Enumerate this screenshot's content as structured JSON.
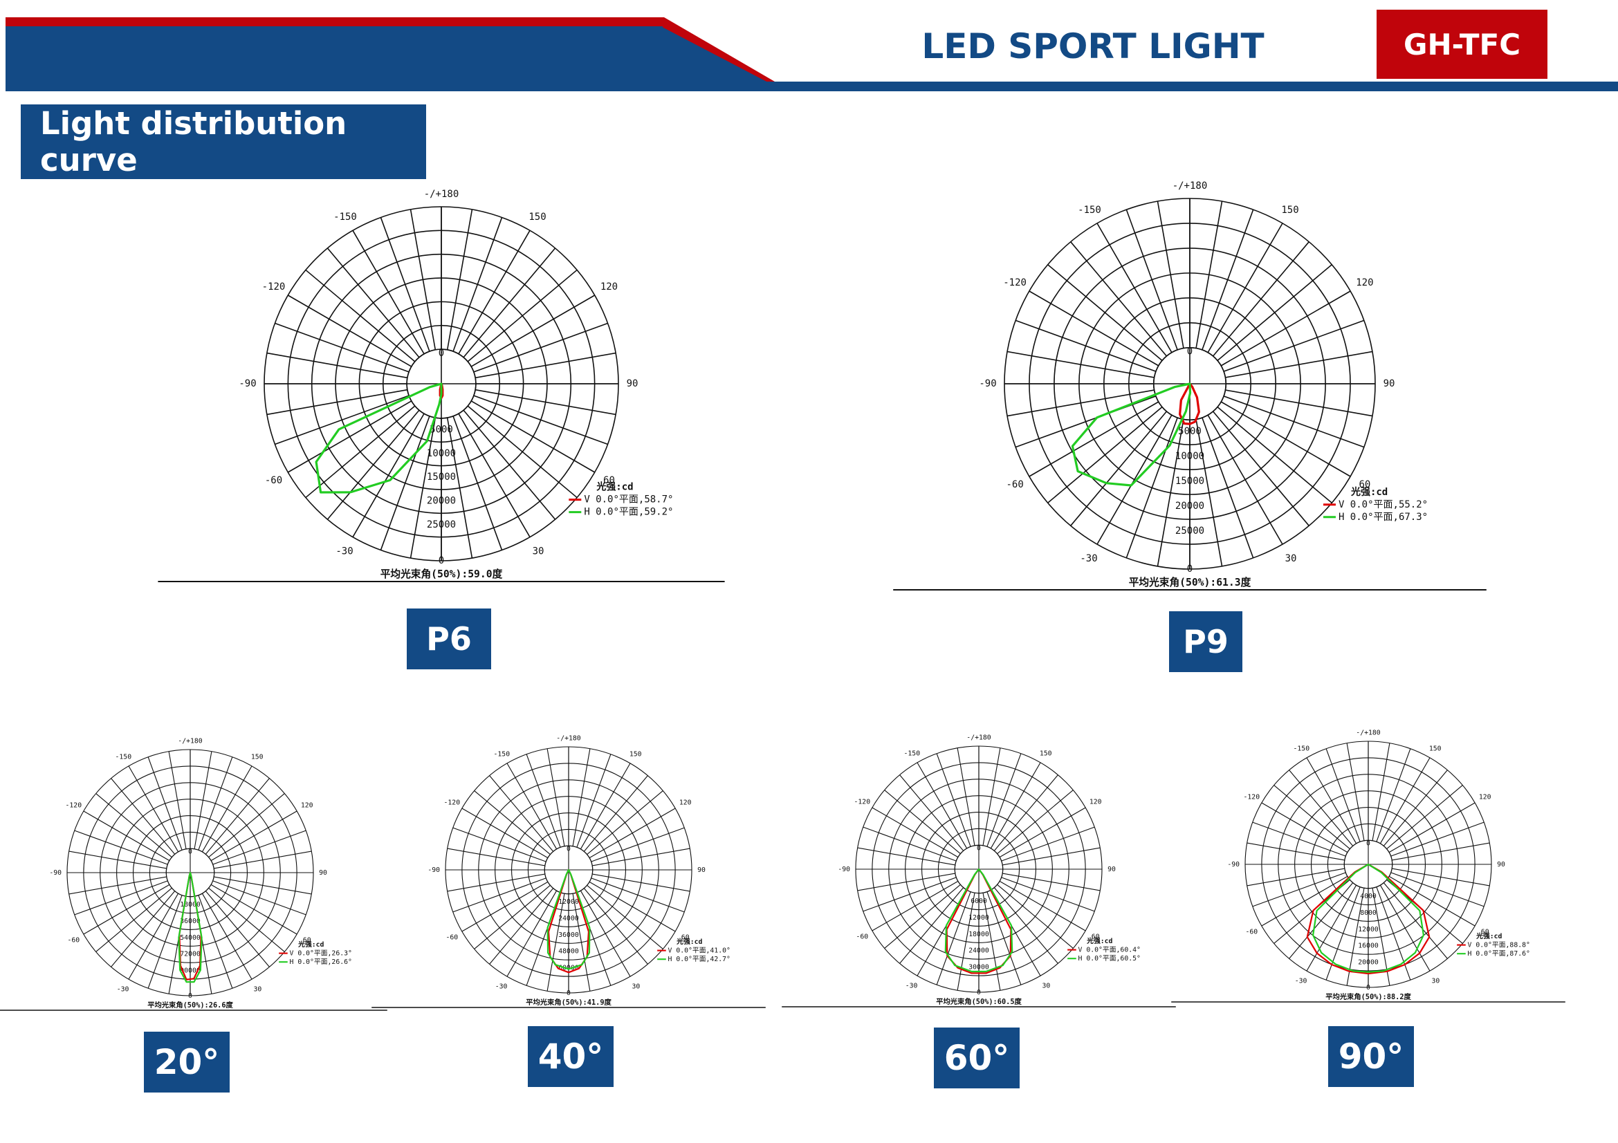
{
  "header": {
    "title": "LED SPORT LIGHT",
    "badge": "GH-TFC",
    "colors": {
      "blue": "#134a85",
      "red": "#c0040b"
    }
  },
  "section": {
    "title": "Light distribution curve"
  },
  "charts": [
    {
      "model": "P6",
      "rings": [
        "5000",
        "10000",
        "15000",
        "20000",
        "25000"
      ],
      "ring_max": 30000,
      "legend_title": "光强:cd",
      "legend": [
        "V 0.0°平面,58.7°",
        "H 0.0°平面,59.2°"
      ],
      "beam_text": "平均光束角(50%):59.0度",
      "angle_labels": {
        "top": "-/+180",
        "c0": "0",
        "b0": "0",
        "m150": "-150",
        "p150": "150",
        "m120": "-120",
        "p120": "120",
        "m90": "-90",
        "p90": "90",
        "m60": "-60",
        "p60": "60",
        "m30": "-30",
        "p30": "30"
      },
      "series": [
        {
          "name": "V",
          "color": "#e00000",
          "points": [
            [
              -12,
              1000
            ],
            [
              -6,
              2000
            ],
            [
              0,
              2400
            ],
            [
              6,
              2000
            ],
            [
              12,
              1000
            ],
            [
              20,
              300
            ]
          ]
        },
        {
          "name": "H",
          "color": "#22cc22",
          "points": [
            [
              -74,
              2000
            ],
            [
              -66,
              19000
            ],
            [
              -58,
              25000
            ],
            [
              -48,
              27500
            ],
            [
              -40,
              24000
            ],
            [
              -28,
              18500
            ],
            [
              -14,
              10000
            ],
            [
              -6,
              3500
            ],
            [
              0,
              1800
            ]
          ]
        }
      ]
    },
    {
      "model": "P9",
      "rings": [
        "5000",
        "10000",
        "15000",
        "20000",
        "25000"
      ],
      "ring_max": 30000,
      "legend_title": "光强:cd",
      "legend": [
        "V 0.0°平面,55.2°",
        "H 0.0°平面,67.3°"
      ],
      "beam_text": "平均光束角(50%):61.3度",
      "angle_labels": {
        "top": "-/+180",
        "c0": "0",
        "b0": "0",
        "m150": "-150",
        "p150": "150",
        "m120": "-120",
        "p120": "120",
        "m90": "-90",
        "p90": "90",
        "m60": "-60",
        "p60": "60",
        "m30": "-30",
        "p30": "30"
      },
      "series": [
        {
          "name": "V",
          "color": "#e00000",
          "points": [
            [
              -28,
              3000
            ],
            [
              -18,
              5200
            ],
            [
              -8,
              6500
            ],
            [
              0,
              6500
            ],
            [
              8,
              6200
            ],
            [
              18,
              4800
            ],
            [
              28,
              2500
            ],
            [
              40,
              600
            ]
          ]
        },
        {
          "name": "H",
          "color": "#22cc22",
          "points": [
            [
              -78,
              2500
            ],
            [
              -70,
              16000
            ],
            [
              -62,
              21500
            ],
            [
              -52,
              23000
            ],
            [
              -40,
              21000
            ],
            [
              -30,
              19000
            ],
            [
              -18,
              10500
            ],
            [
              -8,
              4500
            ],
            [
              2,
              1500
            ]
          ]
        }
      ]
    },
    {
      "model": "20°",
      "rings": [
        "18000",
        "36000",
        "54000",
        "72000",
        "90000"
      ],
      "ring_max": 108000,
      "legend_title": "光强:cd",
      "legend": [
        "V 0.0°平面,26.3°",
        "H 0.0°平面,26.6°"
      ],
      "beam_text": "平均光束角(50%):26.6度",
      "angle_labels": {
        "top": "-/+180",
        "c0": "0",
        "b0": "0",
        "m150": "-150",
        "p150": "150",
        "m120": "-120",
        "p120": "120",
        "m90": "-90",
        "p90": "90",
        "m60": "-60",
        "p60": "60",
        "m30": "-30",
        "p30": "30"
      },
      "series": [
        {
          "name": "V",
          "color": "#e00000",
          "points": [
            [
              -15,
              3000
            ],
            [
              -10,
              55000
            ],
            [
              -6,
              82000
            ],
            [
              -2,
              94000
            ],
            [
              2,
              93000
            ],
            [
              6,
              82000
            ],
            [
              10,
              55000
            ],
            [
              15,
              3000
            ]
          ]
        },
        {
          "name": "H",
          "color": "#22cc22",
          "points": [
            [
              -15,
              3000
            ],
            [
              -10,
              58000
            ],
            [
              -6,
              86000
            ],
            [
              -2,
              96000
            ],
            [
              2,
              96000
            ],
            [
              6,
              86000
            ],
            [
              10,
              58000
            ],
            [
              15,
              3000
            ]
          ]
        }
      ]
    },
    {
      "model": "40°",
      "rings": [
        "12000",
        "24000",
        "36000",
        "48000",
        "60000"
      ],
      "ring_max": 72000,
      "legend_title": "光强:cd",
      "legend": [
        "V 0.0°平面,41.0°",
        "H 0.0°平面,42.7°"
      ],
      "beam_text": "平均光束角(50%):41.9度",
      "angle_labels": {
        "top": "-/+180",
        "c0": "0",
        "b0": "0",
        "m150": "-150",
        "p150": "150",
        "m120": "-120",
        "p120": "120",
        "m90": "-90",
        "p90": "90",
        "m60": "-60",
        "p60": "60",
        "m30": "-30",
        "p30": "30"
      },
      "series": [
        {
          "name": "V",
          "color": "#e00000",
          "points": [
            [
              -25,
              3000
            ],
            [
              -18,
              38000
            ],
            [
              -12,
              52000
            ],
            [
              -6,
              58000
            ],
            [
              0,
              60000
            ],
            [
              6,
              58000
            ],
            [
              12,
              52000
            ],
            [
              18,
              38000
            ],
            [
              25,
              3000
            ]
          ]
        },
        {
          "name": "H",
          "color": "#22cc22",
          "points": [
            [
              -26,
              3000
            ],
            [
              -20,
              36000
            ],
            [
              -14,
              50000
            ],
            [
              -8,
              56000
            ],
            [
              0,
              58000
            ],
            [
              8,
              56000
            ],
            [
              14,
              50000
            ],
            [
              20,
              36000
            ],
            [
              26,
              3000
            ]
          ]
        }
      ]
    },
    {
      "model": "60°",
      "rings": [
        "6000",
        "12000",
        "18000",
        "24000",
        "30000"
      ],
      "ring_max": 36000,
      "legend_title": "光强:cd",
      "legend": [
        "V 0.0°平面,60.4°",
        "H 0.0°平面,60.5°"
      ],
      "beam_text": "平均光束角(50%):60.5度",
      "angle_labels": {
        "top": "-/+180",
        "c0": "0",
        "b0": "0",
        "m150": "-150",
        "p150": "150",
        "m120": "-120",
        "p120": "120",
        "m90": "-90",
        "p90": "90",
        "m60": "-60",
        "p60": "60",
        "m30": "-30",
        "p30": "30"
      },
      "series": [
        {
          "name": "V",
          "color": "#e00000",
          "points": [
            [
              -36,
              2000
            ],
            [
              -28,
              20000
            ],
            [
              -20,
              27000
            ],
            [
              -12,
              29500
            ],
            [
              -4,
              30500
            ],
            [
              4,
              30500
            ],
            [
              12,
              29500
            ],
            [
              20,
              27000
            ],
            [
              28,
              20000
            ],
            [
              36,
              2000
            ]
          ]
        },
        {
          "name": "H",
          "color": "#22cc22",
          "points": [
            [
              -38,
              2000
            ],
            [
              -30,
              19000
            ],
            [
              -22,
              26000
            ],
            [
              -14,
              29000
            ],
            [
              -4,
              30000
            ],
            [
              4,
              30000
            ],
            [
              14,
              29000
            ],
            [
              22,
              26000
            ],
            [
              30,
              19000
            ],
            [
              38,
              2000
            ]
          ]
        }
      ]
    },
    {
      "model": "90°",
      "rings": [
        "4000",
        "8000",
        "12000",
        "16000",
        "20000"
      ],
      "ring_max": 24000,
      "legend_title": "光强:cd",
      "legend": [
        "V 0.0°平面,88.8°",
        "H 0.0°平面,87.6°"
      ],
      "beam_text": "平均光束角(50%):88.2度",
      "angle_labels": {
        "top": "-/+180",
        "c0": "0",
        "b0": "0",
        "m150": "-150",
        "p150": "150",
        "m120": "-120",
        "p120": "120",
        "m90": "-90",
        "p90": "90",
        "m60": "-60",
        "p60": "60",
        "m30": "-30",
        "p30": "30"
      },
      "series": [
        {
          "name": "V",
          "color": "#e00000",
          "points": [
            [
              -60,
              3000
            ],
            [
              -50,
              14000
            ],
            [
              -40,
              18500
            ],
            [
              -30,
              20000
            ],
            [
              -20,
              20800
            ],
            [
              -10,
              21200
            ],
            [
              0,
              21300
            ],
            [
              10,
              21200
            ],
            [
              20,
              20800
            ],
            [
              30,
              20000
            ],
            [
              40,
              18500
            ],
            [
              50,
              14000
            ],
            [
              60,
              3000
            ]
          ]
        },
        {
          "name": "H",
          "color": "#22cc22",
          "points": [
            [
              -58,
              3000
            ],
            [
              -48,
              13500
            ],
            [
              -38,
              17500
            ],
            [
              -28,
              19500
            ],
            [
              -18,
              20500
            ],
            [
              -8,
              21000
            ],
            [
              0,
              21000
            ],
            [
              8,
              21000
            ],
            [
              18,
              20500
            ],
            [
              28,
              19500
            ],
            [
              38,
              17500
            ],
            [
              48,
              13500
            ],
            [
              58,
              3000
            ]
          ]
        }
      ]
    }
  ]
}
